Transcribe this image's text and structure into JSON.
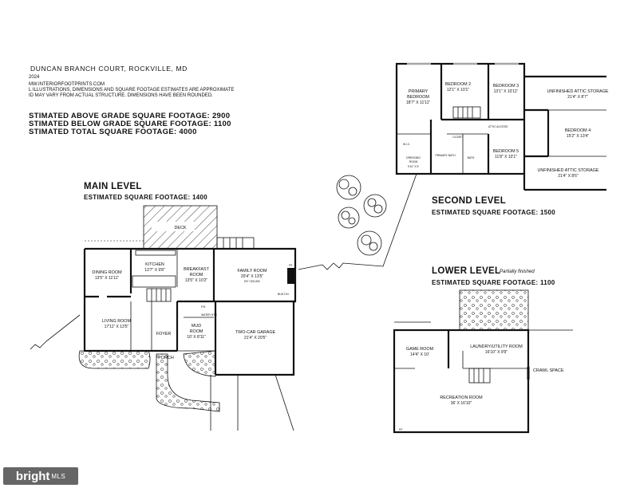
{
  "header": {
    "address": "DUNCAN BRANCH COURT, ROCKVILLE, MD",
    "year": "2024",
    "website": "MW.INTERIORFOOTPRINTS.COM",
    "disclaimer_1": "L ILLUSTRATIONS, DIMENSIONS AND SQUARE FOOTAGE ESTIMATES ARE APPROXIMATE",
    "disclaimer_2": "ID MAY VARY FROM ACTUAL STRUCTURE. DIMENSIONS HAVE BEEN ROUNDED.",
    "above_grade": "STIMATED ABOVE GRADE SQUARE FOOTAGE: 2900",
    "below_grade": "STIMATED BELOW GRADE SQUARE FOOTAGE: 1100",
    "total": "STIMATED TOTAL SQUARE FOOTAGE: 4000"
  },
  "main_level": {
    "title": "MAIN LEVEL",
    "sqft": "ESTIMATED SQUARE FOOTAGE: 1400",
    "rooms": {
      "deck": "DECK",
      "kitchen": "KITCHEN",
      "kitchen_dim": "13'7\" X 9'8\"",
      "dining": "DINING ROOM",
      "dining_dim": "13'5\" X 11'11\"",
      "breakfast": "BREAKFAST",
      "breakfast_2": "ROOM",
      "breakfast_dim": "13'5\" X 10'2\"",
      "family": "FAMILY ROOM",
      "family_dim": "20'4\" X 13'5\"",
      "family_note": "9'6\" CEILING",
      "living": "LIVING ROOM",
      "living_dim": "17'11\" X 13'5\"",
      "foyer": "FOYER",
      "mud": "MUD",
      "mud_2": "ROOM",
      "mud_dim": "10' X 8'11\"",
      "garage": "TWO-CAR GARAGE",
      "garage_dim": "21'4\" X 20'5\"",
      "porch": "PORCH",
      "powder": "P.R.",
      "fp": "FP",
      "builtin": "BUILT-IN",
      "water": "WATER HTR"
    }
  },
  "second_level": {
    "title": "SECOND LEVEL",
    "sqft": "ESTIMATED SQUARE FOOTAGE: 1500",
    "rooms": {
      "primary": "PRIMARY",
      "primary_2": "BEDROOM",
      "primary_dim": "18'7\" X 11'11\"",
      "bed2": "BEDROOM 2",
      "bed2_dim": "12'1\" X 10'1\"",
      "bed3": "BEDROOM 3",
      "bed3_dim": "13'1\" X 10'11\"",
      "bed4": "BEDROOM 4",
      "bed4_dim": "15'2\" X 13'4\"",
      "bed5": "BEDROOM 5",
      "bed5_dim": "11'8\" X 10'1\"",
      "attic1": "UNFINISHED ATTIC STORAGE",
      "attic1_dim": "21'4\" X 8'7\"",
      "attic2": "UNFINISHED ATTIC STORAGE",
      "attic2_dim": "21'4\" X 8'6\"",
      "dressing": "DRESSING",
      "dressing_2": "ROOM",
      "dressing_dim": "9'10\" X 5'",
      "closet": "CLOSET",
      "bath": "BATH",
      "primary_bath": "PRIMARY BATH",
      "wic": "W.I.C.",
      "attic_access": "ATTIC ACCESS"
    }
  },
  "lower_level": {
    "title": "LOWER LEVEL",
    "note": "Partially finished",
    "sqft": "ESTIMATED SQUARE FOOTAGE: 1100",
    "rooms": {
      "game": "GAME ROOM",
      "game_dim": "14'4\" X 10'",
      "laundry": "LAUNDRY/UTILITY ROOM",
      "laundry_dim": "16'10\" X 9'9\"",
      "crawl": "CRAWL SPACE",
      "rec": "RECREATION ROOM",
      "rec_dim": "36' X 16'10\"",
      "fp": "FP"
    }
  },
  "watermark": {
    "brand": "bright",
    "suffix": "MLS"
  },
  "colors": {
    "ink": "#111111",
    "paper": "#ffffff",
    "logo_bg": "#666666"
  }
}
